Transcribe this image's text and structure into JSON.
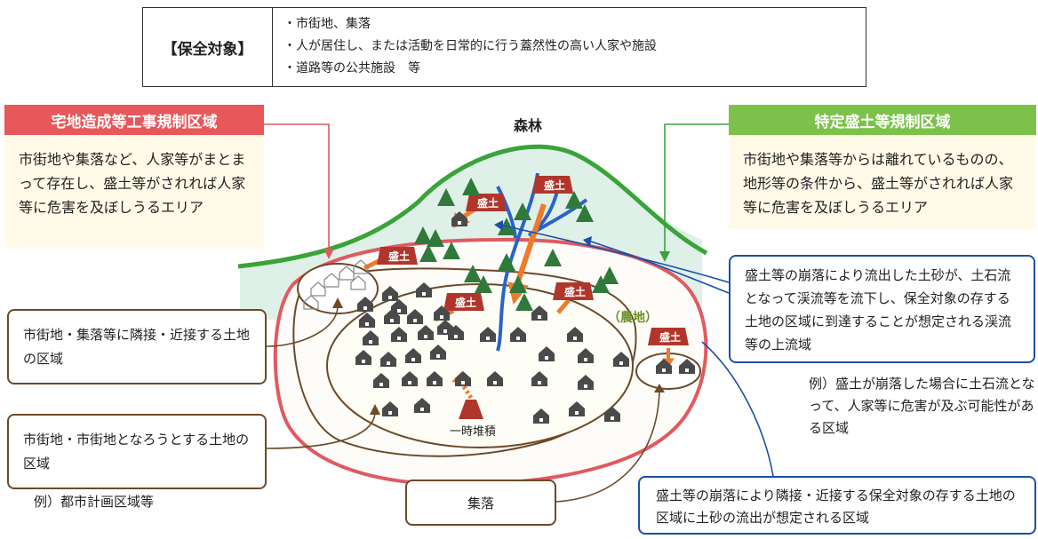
{
  "target": {
    "label": "【保全対象】",
    "items": [
      "・市街地、集落",
      "・人が居住し、または活動を日常的に行う蓋然性の高い人家や施設",
      "・道路等の公共施設　等"
    ]
  },
  "zones": {
    "residential": {
      "title": "宅地造成等工事規制区域",
      "body": "市街地や集落など、人家等がまとまって存在し、盛土等がされれば人家等に危害を及ぼしうるエリア",
      "color": "#e8575a"
    },
    "specific": {
      "title": "特定盛土等規制区域",
      "body": "市街地や集落等からは離れているものの、地形等の条件から、盛土等がされれば人家等に危害を及ぼしうるエリア",
      "color": "#7cc24a"
    }
  },
  "map": {
    "forest": "森林",
    "farmland": "（農地）",
    "temporary_pile": "一時堆積",
    "fill_label": "盛土"
  },
  "callouts": {
    "adjacent": "市街地・集落等に隣接・近接する土地の区域",
    "urban": "市街地・市街地となろうとする土地の区域",
    "urban_example": "例）都市計画区域等",
    "village": "集落",
    "stream": "盛土等の崩落により流出した土砂が、土石流となって渓流等を流下し、保全対象の存する土地の区域に到達することが想定される渓流等の上流域",
    "stream_example": "例）盛土が崩落した場合に土石流となって、人家等に危害が及ぶ可能性がある区域",
    "slope": "盛土等の崩落により隣接・近接する保全対象の存する土地の区域に土砂の流出が想定される区域"
  },
  "colors": {
    "brown": "#6b4a2a",
    "blue": "#1f4fa8",
    "red_border": "#e05a60",
    "green_ridge": "#3aa33a",
    "house": "#4a4a4a",
    "fill": "#b0362b",
    "arrow_orange": "#f07a2a"
  },
  "icons": [
    "house-icon",
    "tree-icon",
    "fill-mound-icon",
    "arrow-icon",
    "stream-icon"
  ]
}
